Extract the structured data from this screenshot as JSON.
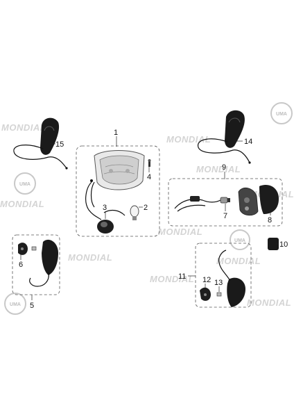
{
  "watermarks": {
    "brand": "MONDIAL",
    "logo": "UMA"
  },
  "callouts": {
    "n1": "1",
    "n2": "2",
    "n3": "3",
    "n4": "4",
    "n5": "5",
    "n6": "6",
    "n7": "7",
    "n8": "8",
    "n9": "9",
    "n10": "10",
    "n11": "11",
    "n12": "12",
    "n13": "13",
    "n14": "14",
    "n15": "15"
  },
  "icons": [
    "mirror-left-icon",
    "mirror-right-icon",
    "headlight-icon",
    "bulb-icon",
    "turn-signal-icon",
    "taillight-icon",
    "reflector-icon"
  ]
}
